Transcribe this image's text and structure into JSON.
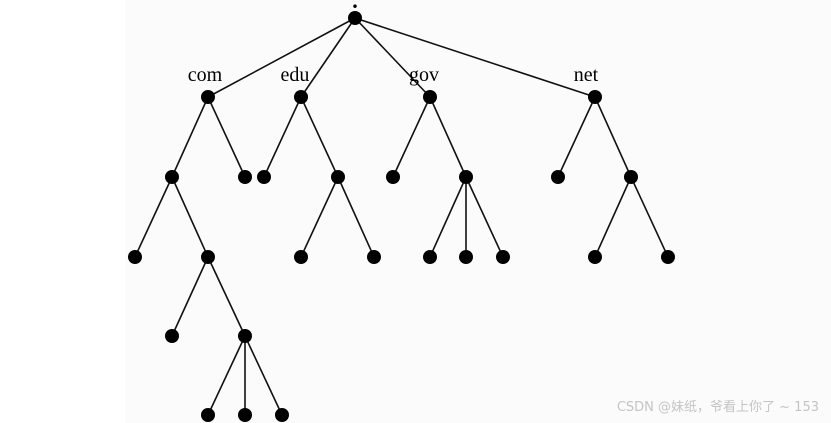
{
  "tree": {
    "root_label": ".",
    "domains": [
      {
        "id": "com",
        "label": "com"
      },
      {
        "id": "edu",
        "label": "edu"
      },
      {
        "id": "gov",
        "label": "gov"
      },
      {
        "id": "net",
        "label": "net"
      }
    ]
  },
  "watermark": {
    "text": "CSDN @妹纸，爷看上你了 ~ 153"
  }
}
